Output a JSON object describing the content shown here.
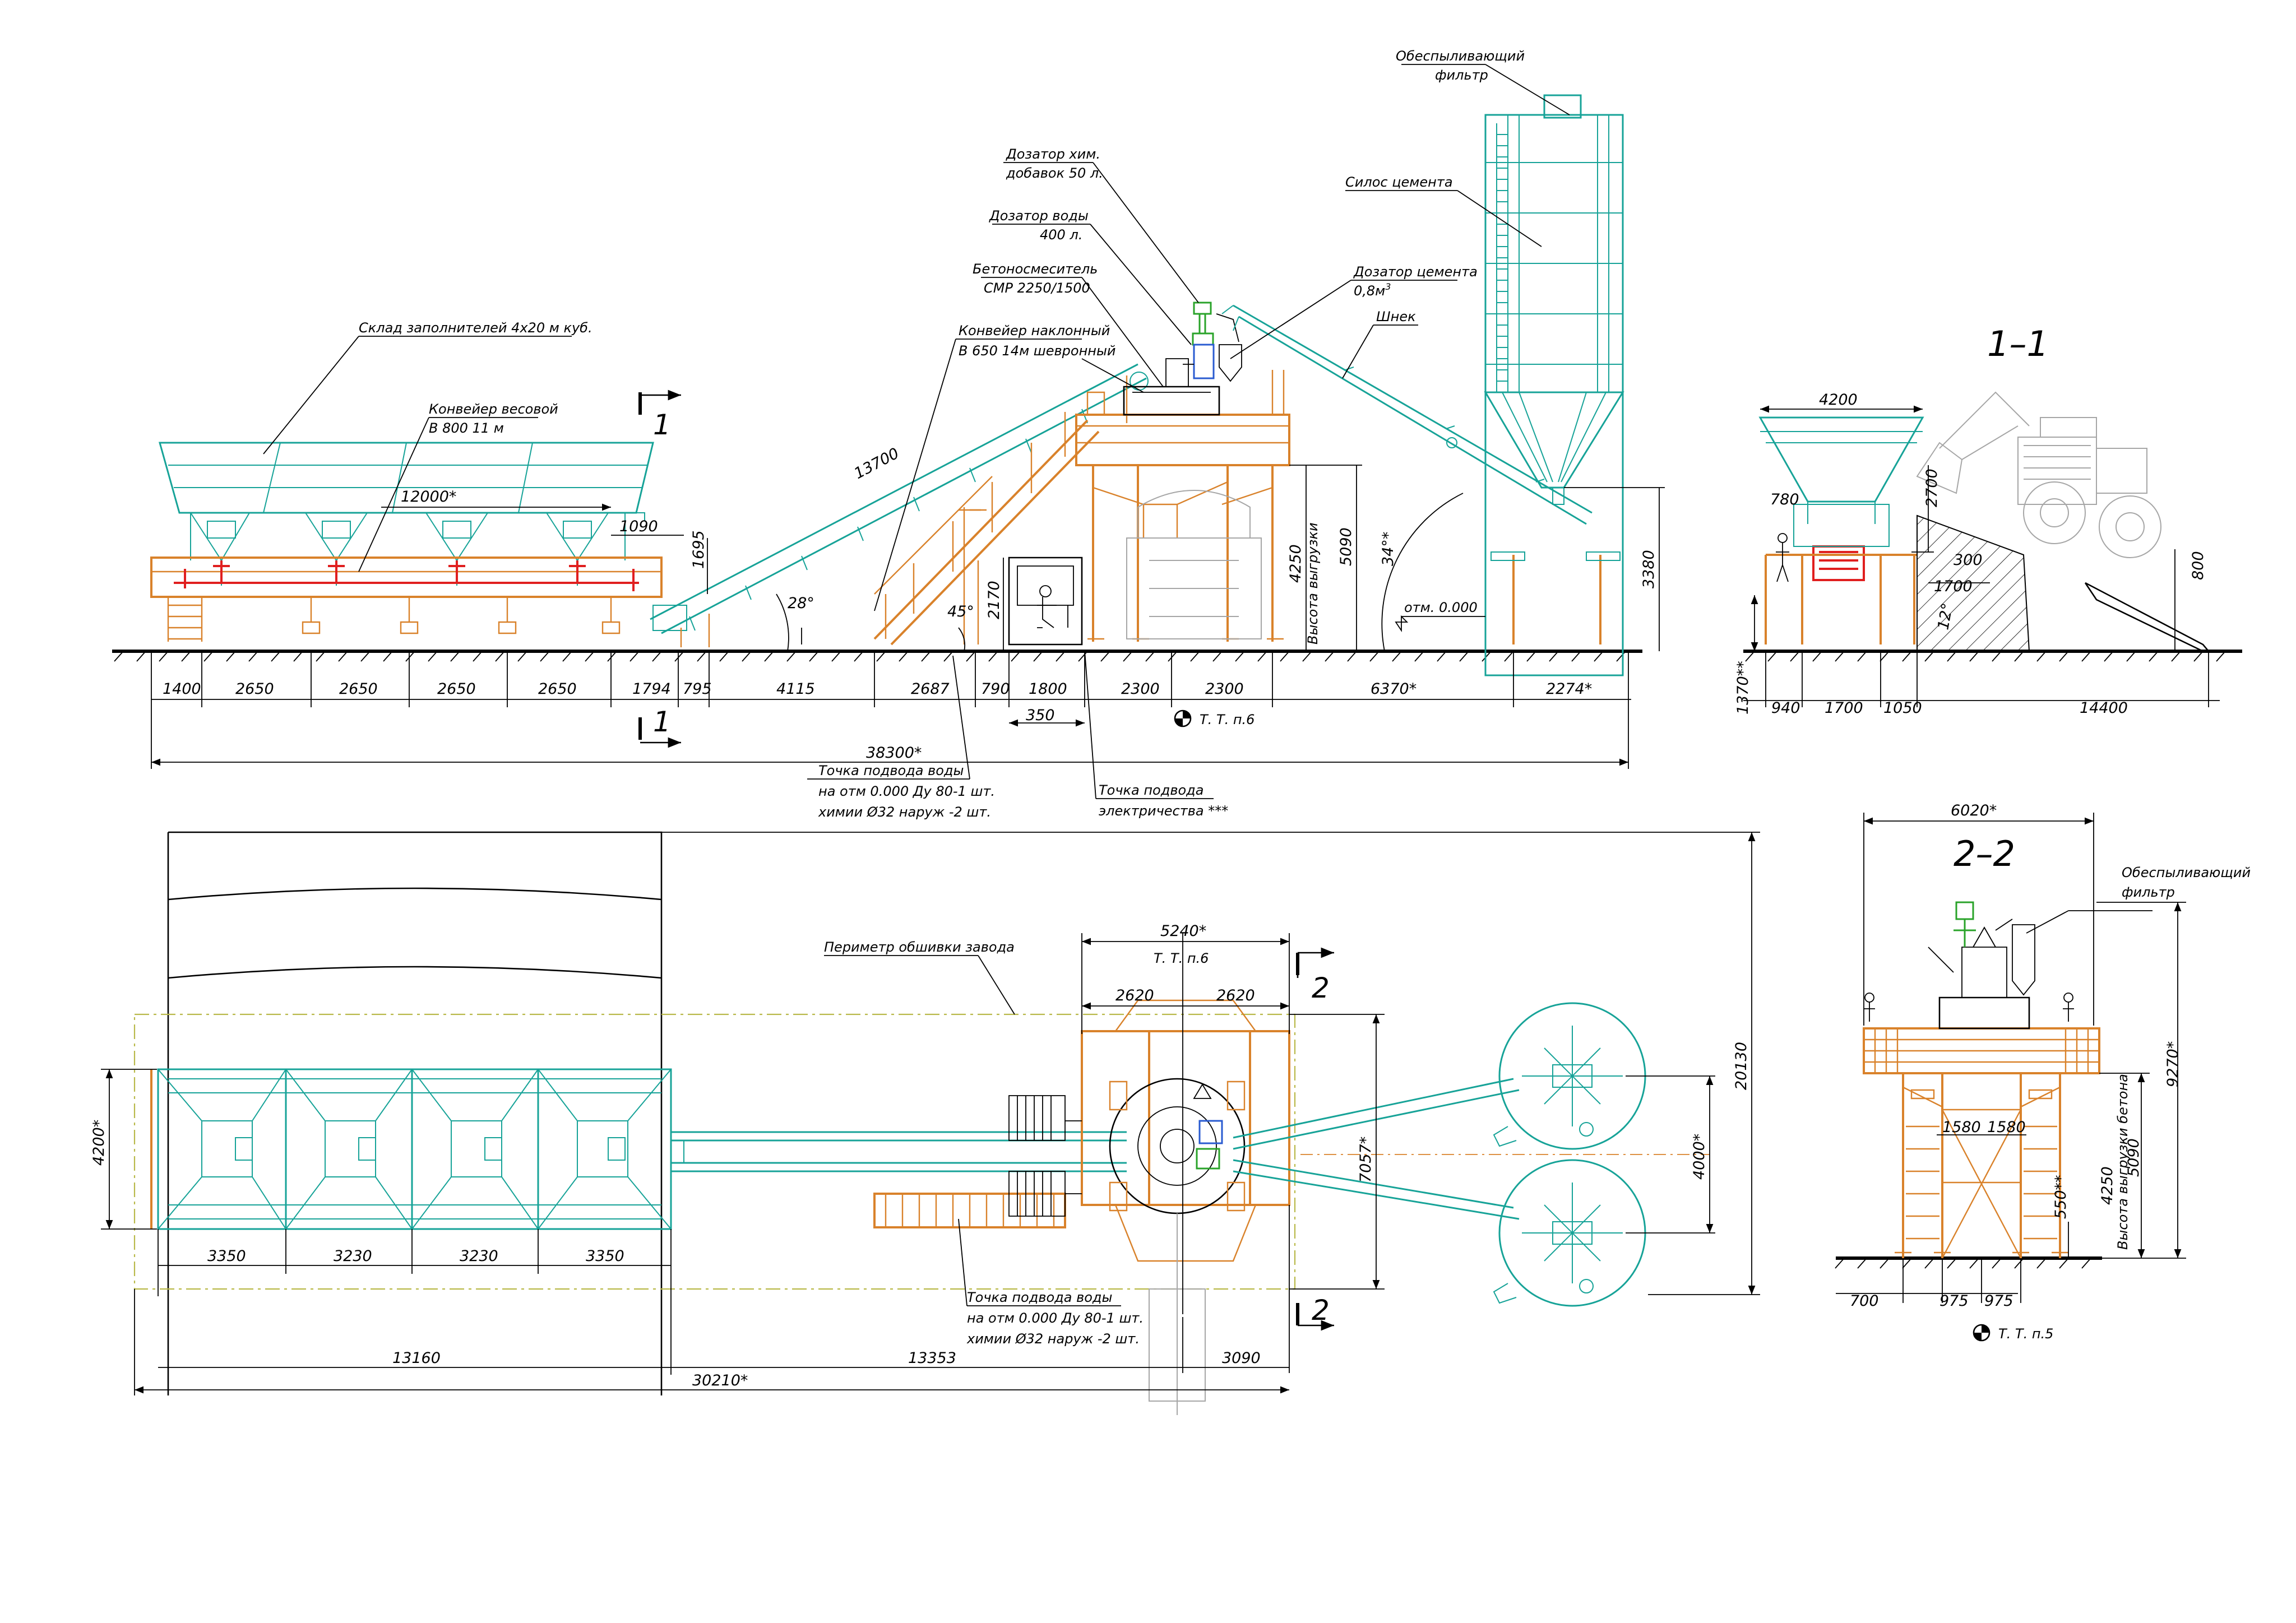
{
  "colors": {
    "frame": "#17a398",
    "structure": "#d9822b",
    "conveyor_belt": "#e01f1f",
    "dosing": "#2aa32a",
    "water": "#2a5bd0",
    "ghost": "#a6a6a6",
    "perimeter": "#b9b94a"
  },
  "section_marks": {
    "s1": "1",
    "s2": "2",
    "sec11": "1–1",
    "sec22": "2–2"
  },
  "callouts": {
    "sklad": "Склад заполнителей 4х20 м куб.",
    "konv_ves_1": "Конвейер весовой",
    "konv_ves_2": "В 800 11 м",
    "konv_nakl_1": "Конвейер наклонный",
    "konv_nakl_2": "В 650 14м шевронный",
    "betonosm_1": "Бетоносмеситель",
    "betonosm_2": "СМР 2250/1500",
    "doz_vody_1": "Дозатор воды",
    "doz_vody_2": "400 л.",
    "doz_him_1": "Дозатор хим.",
    "doz_him_2": "добавок 50 л.",
    "doz_cem_1": "Дозатор цемента",
    "doz_cem_2": "0,8м",
    "doz_cem_sup": "3",
    "shnek": "Шнек",
    "silos": "Силос цемента",
    "filtr_1": "Обеспыливающий",
    "filtr_2": "фильтр",
    "vys_vygr": "Высота выгрузки",
    "vys_vygr_b": "Высота выгрузки бетона",
    "otm": "отм. 0.000",
    "tt6_a": "Т. Т. п.6",
    "tt6_b": "Т. Т. п.6",
    "tt5": "Т. Т. п.5",
    "voda_1": "Точка подвода воды",
    "voda_2": "на отм 0.000 Ду 80-1 шт.",
    "voda_3": "химии Ø32 наруж -2 шт.",
    "elek_1": "Точка подвода",
    "elek_2": "электричества ***",
    "perimetr": "Периметр обшивки завода",
    "voda2_1": "Точка подвода воды",
    "voda2_2": "на отм 0.000 Ду 80-1 шт.",
    "voda2_3": "химии Ø32 наруж -2 шт."
  },
  "dims_elev": {
    "d1400": "1400",
    "d2650a": "2650",
    "d2650b": "2650",
    "d2650c": "2650",
    "d2650d": "2650",
    "d1794": "1794",
    "d795": "795",
    "d4115": "4115",
    "d2687": "2687",
    "d790": "790",
    "d1800": "1800",
    "d2300a": "2300",
    "d2300b": "2300",
    "d6370": "6370*",
    "d2274": "2274*",
    "d350": "350",
    "d38300": "38300*",
    "d12000": "12000*",
    "d1090": "1090",
    "d1695": "1695",
    "d13700": "13700",
    "a28": "28°",
    "a45": "45°",
    "d2170": "2170",
    "d4250": "4250",
    "d5090": "5090",
    "a34": "34°*",
    "d3380": "3380"
  },
  "dims_11": {
    "d4200": "4200",
    "d780": "780",
    "d2700": "2700",
    "d300": "300",
    "d1700v": "1700",
    "a12": "12°",
    "d800": "800",
    "d1370": "1370**",
    "d940": "940",
    "d1700": "1700",
    "d1050": "1050",
    "d14400": "14400"
  },
  "dims_plan": {
    "d5240": "5240*",
    "d2620a": "2620",
    "d2620b": "2620",
    "d4200": "4200*",
    "d3350a": "3350",
    "d3230a": "3230",
    "d3230b": "3230",
    "d3350b": "3350",
    "d13160": "13160",
    "d13353": "13353",
    "d3090": "3090",
    "d30210": "30210*",
    "d7057": "7057*",
    "d4000": "4000*",
    "d20130": "20130"
  },
  "dims_22": {
    "d6020": "6020*",
    "d1580a": "1580",
    "d1580b": "1580",
    "d9270": "9270*",
    "d5090": "5090",
    "d4250": "4250",
    "d550": "550**",
    "d700": "700",
    "d975a": "975",
    "d975b": "975"
  }
}
